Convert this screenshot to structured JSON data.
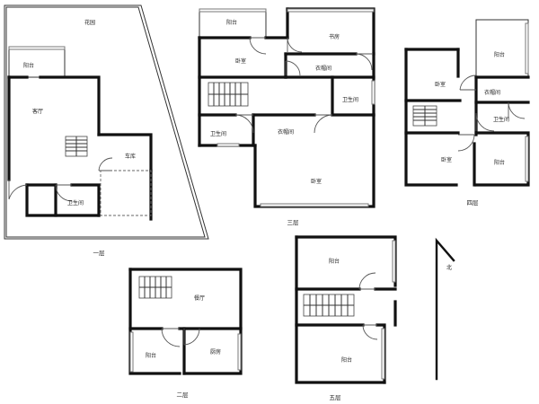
{
  "floor1": {
    "garden": "花园",
    "balcony": "阳台",
    "living_room": "客厅",
    "garage": "车库",
    "bathroom": "卫生间",
    "floor_name": "一层"
  },
  "floor2": {
    "dining_room": "餐厅",
    "balcony": "阳台",
    "kitchen": "厨房",
    "floor_name": "二层"
  },
  "floor3": {
    "balcony": "阳台",
    "study": "书房",
    "bedroom_top": "卧室",
    "closet_top": "衣帽间",
    "bathroom_right": "卫生间",
    "bathroom_left": "卫生间",
    "closet_mid": "衣帽间",
    "bedroom_main": "卧室",
    "floor_name": "三层"
  },
  "floor4": {
    "balcony_top": "阳台",
    "bedroom_top": "卧室",
    "closet": "衣帽间",
    "bathroom": "卫生间",
    "bedroom_bottom": "卧室",
    "balcony_bottom": "阳台",
    "floor_name": "四层"
  },
  "floor5": {
    "balcony_top": "阳台",
    "balcony_bottom": "阳台",
    "floor_name": "五层"
  },
  "compass": {
    "north": "北"
  }
}
